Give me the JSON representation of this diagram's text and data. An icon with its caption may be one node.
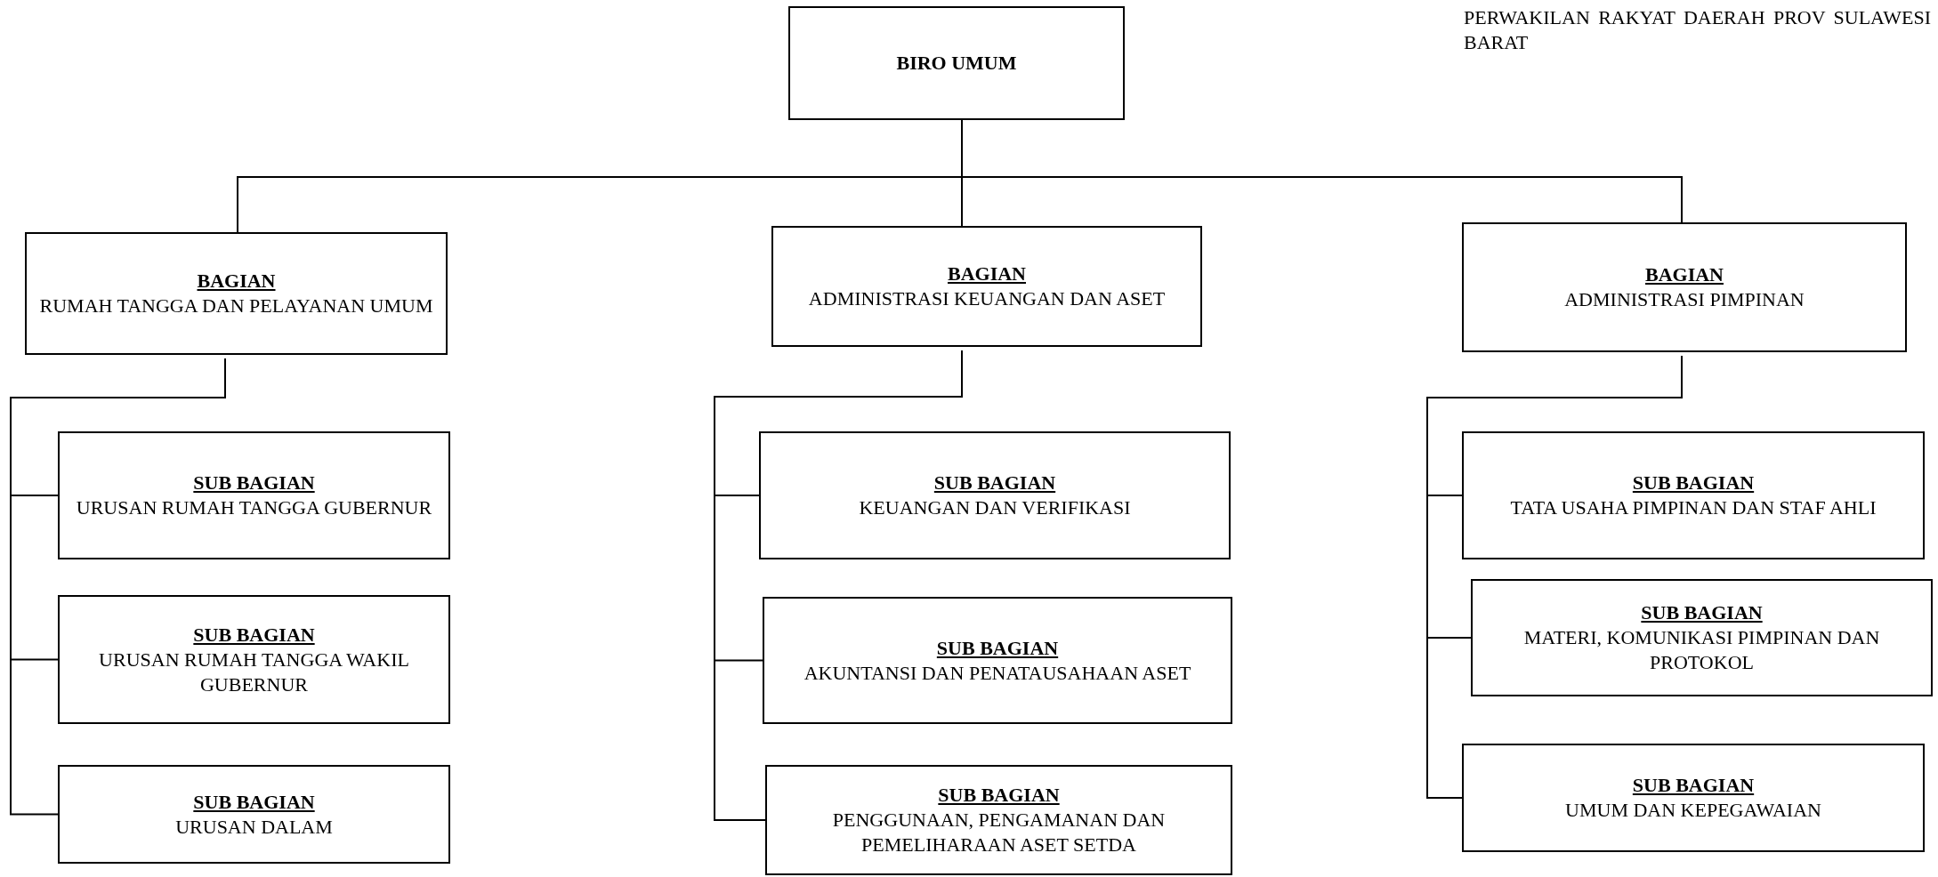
{
  "diagram": {
    "nodes": [
      {
        "text": [
          "BIRO UMUM"
        ]
      },
      {
        "text": [
          "BAGIAN",
          "RUMAH TANGGA DAN PELAYANAN UMUM"
        ]
      },
      {
        "text": [
          "BAGIAN",
          "ADMINISTRASI KEUANGAN DAN ASET"
        ]
      },
      {
        "text": [
          "BAGIAN",
          "ADMINISTRASI PIMPINAN"
        ]
      },
      {
        "text": [
          "SUB BAGIAN",
          "URUSAN RUMAH TANGGA GUBERNUR"
        ]
      },
      {
        "text": [
          "SUB BAGIAN",
          "URUSAN RUMAH TANGGA WAKIL GUBERNUR"
        ]
      },
      {
        "text": [
          "SUB BAGIAN",
          "URUSAN DALAM"
        ]
      },
      {
        "text": [
          "SUB BAGIAN",
          "KEUANGAN DAN VERIFIKASI"
        ]
      },
      {
        "text": [
          "SUB BAGIAN",
          "AKUNTANSI DAN PENATAUSAHAAN ASET"
        ]
      },
      {
        "text": [
          "SUB BAGIAN",
          "PENGGUNAAN, PENGAMANAN DAN PEMELIHARAAN ASET SETDA"
        ]
      },
      {
        "text": [
          "SUB BAGIAN",
          "TATA USAHA PIMPINAN DAN STAF AHLI"
        ]
      },
      {
        "text": [
          "SUB BAGIAN",
          "MATERI,  KOMUNIKASI PIMPINAN DAN PROTOKOL"
        ]
      },
      {
        "text": [
          "SUB BAGIAN",
          "UMUM DAN KEPEGAWAIAN"
        ]
      }
    ],
    "edges": [
      {
        "from": 0,
        "to": 1,
        "arrow": "none"
      },
      {
        "from": 0,
        "to": 2,
        "arrow": "none"
      },
      {
        "from": 0,
        "to": 3,
        "arrow": "none"
      },
      {
        "from": 1,
        "to": 4,
        "arrow": "none"
      },
      {
        "from": 1,
        "to": 5,
        "arrow": "none"
      },
      {
        "from": 1,
        "to": 6,
        "arrow": "none"
      },
      {
        "from": 2,
        "to": 7,
        "arrow": "none"
      },
      {
        "from": 2,
        "to": 8,
        "arrow": "none"
      },
      {
        "from": 2,
        "to": 9,
        "arrow": "none"
      },
      {
        "from": 3,
        "to": 10,
        "arrow": "none"
      },
      {
        "from": 3,
        "to": 11,
        "arrow": "none"
      },
      {
        "from": 3,
        "to": 12,
        "arrow": "none"
      }
    ],
    "labels": [
      "PERWAKILAN RAKYAT DAERAH PROV SULAWESI BARAT"
    ]
  }
}
